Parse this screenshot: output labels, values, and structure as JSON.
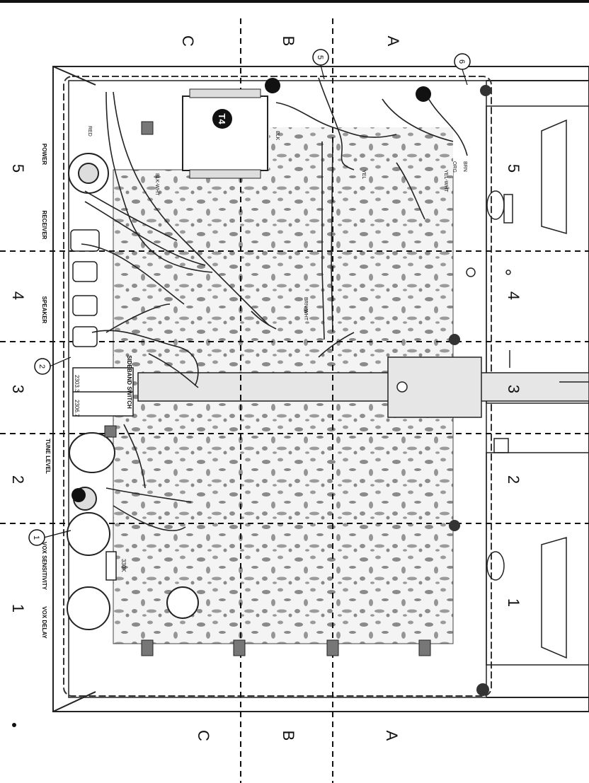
{
  "zones": {
    "columns_top": [
      "C",
      "B",
      "A"
    ],
    "columns_bottom": [
      "C",
      "B",
      "A"
    ],
    "rows_left": [
      "5",
      "4",
      "3",
      "2",
      "1"
    ],
    "rows_right": [
      "5",
      "4",
      "3",
      "2",
      "1"
    ]
  },
  "controls": {
    "power": "POWER",
    "receiver": "RECEIVER",
    "speaker": "SPEAKER",
    "sideband_switch": "SIDEBAND SWITCH",
    "tune_level": "TUNE LEVEL",
    "vox_sensitivity": "VOX SENSITIVITY",
    "vox_delay": "VOX DELAY"
  },
  "parts": {
    "transformer": "T4",
    "switch_part_1": "2303.3",
    "switch_part_2": "2306.7",
    "resistor": "330K"
  },
  "callouts": [
    "1",
    "2",
    "5",
    "6"
  ],
  "wire_labels": {
    "red": "RED",
    "blk": "BLK",
    "brn": "BRN",
    "org": "ORG",
    "yel": "YEL",
    "yel_wht": "YEL-WHT",
    "blk_wht": "BLK-WHT",
    "brn_wht": "BRN-WHT"
  }
}
